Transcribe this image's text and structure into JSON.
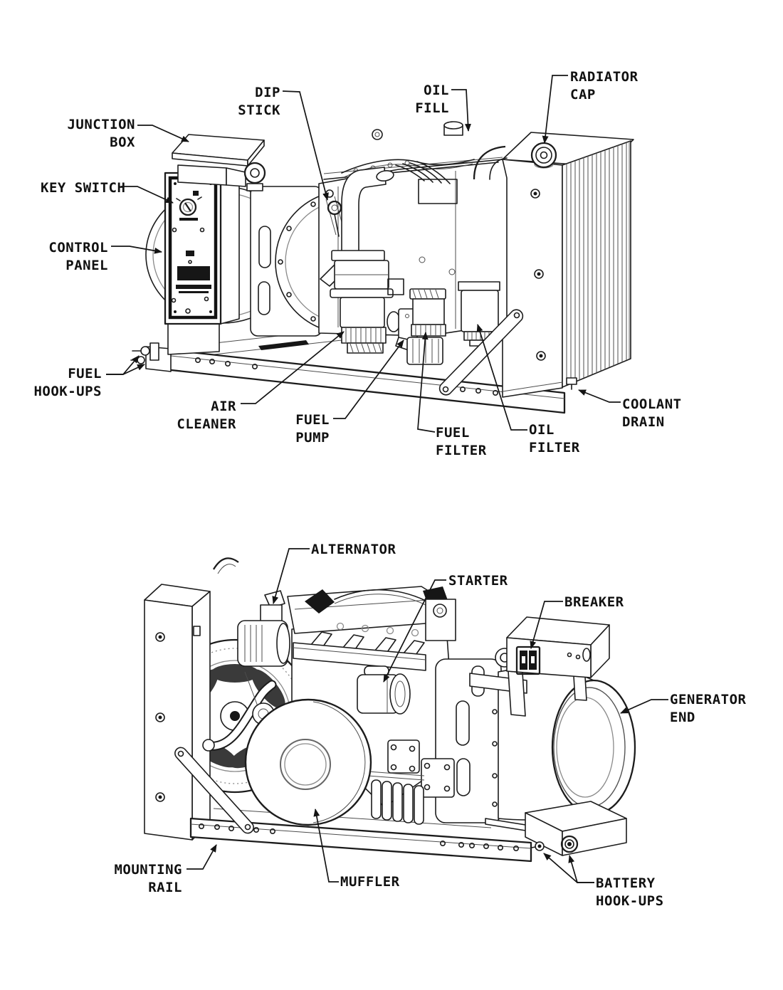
{
  "diagram": {
    "background": "#ffffff",
    "ink_color": "#1a1a1a",
    "figure_top": {
      "labels": {
        "junction_box": "JUNCTION\nBOX",
        "dip_stick": "DIP\nSTICK",
        "oil_fill": "OIL\nFILL",
        "radiator_cap": "RADIATOR\nCAP",
        "key_switch": "KEY SWITCH",
        "control_panel": "CONTROL\nPANEL",
        "fuel_hookups": "FUEL\nHOOK-UPS",
        "air_cleaner": "AIR\nCLEANER",
        "fuel_pump": "FUEL\nPUMP",
        "fuel_filter": "FUEL\nFILTER",
        "oil_filter": "OIL\nFILTER",
        "coolant_drain": "COOLANT\nDRAIN"
      }
    },
    "figure_bottom": {
      "labels": {
        "alternator": "ALTERNATOR",
        "starter": "STARTER",
        "breaker": "BREAKER",
        "generator_end": "GENERATOR\nEND",
        "mounting_rail": "MOUNTING\nRAIL",
        "muffler": "MUFFLER",
        "battery_hookups": "BATTERY\nHOOK-UPS"
      }
    }
  }
}
